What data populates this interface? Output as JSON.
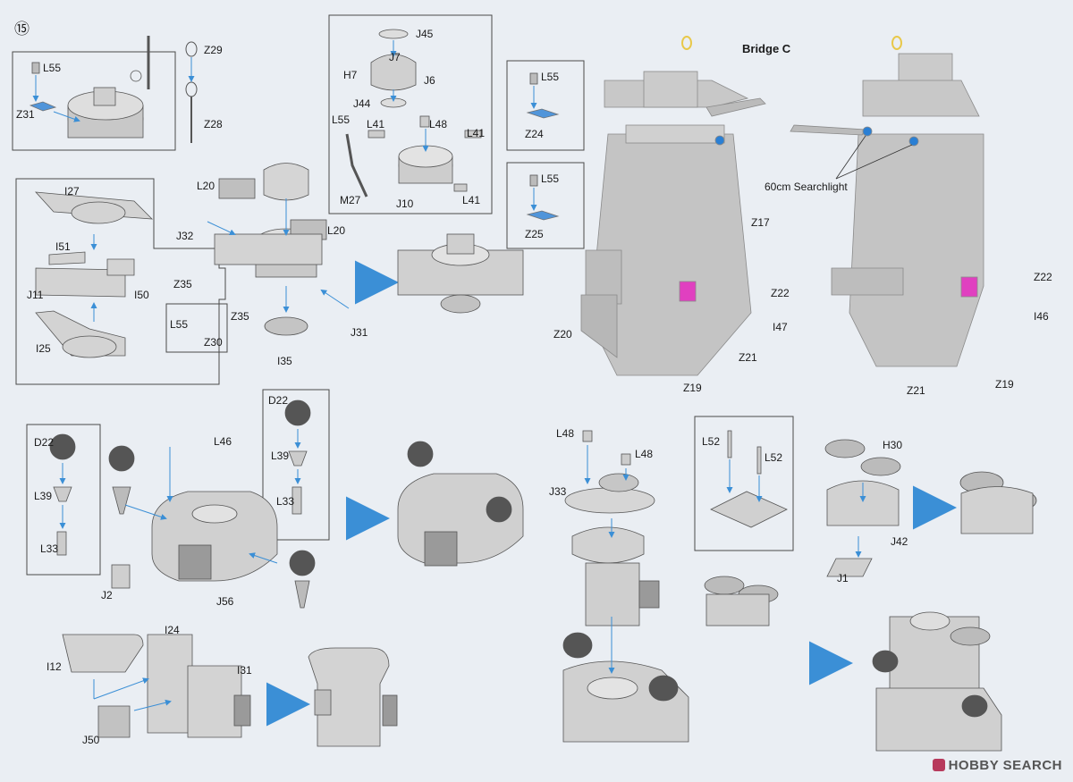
{
  "step_number": "⑮",
  "section_title": "Bridge C",
  "searchlight_label": "60cm Searchlight",
  "labels": {
    "L55a": "L55",
    "Z31": "Z31",
    "Z29": "Z29",
    "Z28": "Z28",
    "J45": "J45",
    "J7": "J7",
    "H7": "H7",
    "J6": "J6",
    "J44": "J44",
    "L55b": "L55",
    "L41a": "L41",
    "L48a": "L48",
    "L41b": "L41",
    "L41c": "L41",
    "M27": "M27",
    "J10": "J10",
    "I27": "I27",
    "L20a": "L20",
    "L20b": "L20",
    "J32": "J32",
    "I51": "I51",
    "J11": "J11",
    "I50": "I50",
    "Z35a": "Z35",
    "Z35b": "Z35",
    "L55c": "L55",
    "Z30": "Z30",
    "I35": "I35",
    "J31": "J31",
    "I25": "I25",
    "L55d": "L55",
    "Z24": "Z24",
    "L55e": "L55",
    "Z25": "Z25",
    "Z17": "Z17",
    "Z22a": "Z22",
    "Z20": "Z20",
    "I47": "I47",
    "Z21a": "Z21",
    "Z19a": "Z19",
    "Z22b": "Z22",
    "I46": "I46",
    "Z21b": "Z21",
    "Z19b": "Z19",
    "D22a": "D22",
    "L46": "L46",
    "D22b": "D22",
    "L39a": "L39",
    "L39b": "L39",
    "L33a": "L33",
    "L33b": "L33",
    "J2": "J2",
    "J56": "J56",
    "L48b": "L48",
    "L48c": "L48",
    "J33": "J33",
    "L52a": "L52",
    "L52b": "L52",
    "H30": "H30",
    "J42": "J42",
    "J1": "J1",
    "I12": "I12",
    "I24": "I24",
    "I31": "I31",
    "J50": "J50"
  },
  "watermark": "HOBBY SEARCH",
  "colors": {
    "arrow": "#3b8fd6",
    "part": "#cfcfcf",
    "part_dark": "#9a9a9a",
    "accent_pink": "#e040c0",
    "accent_blue": "#2a7fd4",
    "accent_yellow": "#e8c84a",
    "frame": "#4a4a4a",
    "background": "#eaeef3"
  }
}
